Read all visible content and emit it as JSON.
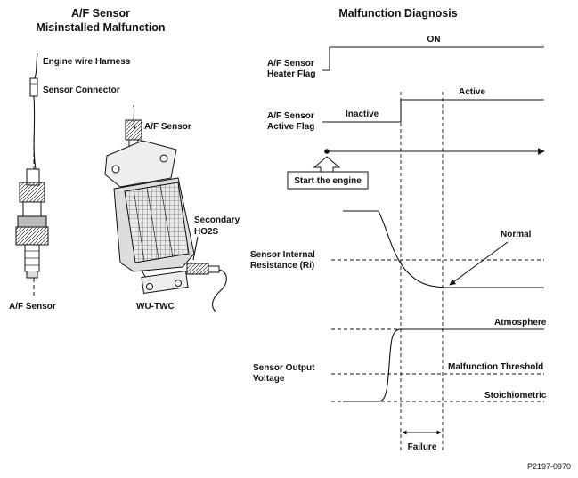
{
  "left_panel": {
    "title_line1": "A/F Sensor",
    "title_line2": "Misinstalled Malfunction",
    "engine_wire_harness": "Engine wire Harness",
    "sensor_connector": "Sensor Connector",
    "af_sensor_upper": "A/F Sensor",
    "secondary_line1": "Secondary",
    "secondary_line2": "HO2S",
    "af_sensor_lower": "A/F Sensor",
    "wu_twc": "WU-TWC"
  },
  "right_panel": {
    "title": "Malfunction Diagnosis",
    "heater_flag_line1": "A/F Sensor",
    "heater_flag_line2": "Heater Flag",
    "heater_on": "ON",
    "active_flag_line1": "A/F Sensor",
    "active_flag_line2": "Active Flag",
    "inactive": "Inactive",
    "active": "Active",
    "start_engine": "Start the engine",
    "ri_line1": "Sensor Internal",
    "ri_line2": "Resistance (Ri)",
    "normal": "Normal",
    "vout_line1": "Sensor Output",
    "vout_line2": "Voltage",
    "atmosphere": "Atmosphere",
    "malfunction_threshold": "Malfunction Threshold",
    "stoichiometric": "Stoichiometric",
    "failure": "Failure"
  },
  "figure_code": "P2197-0970"
}
